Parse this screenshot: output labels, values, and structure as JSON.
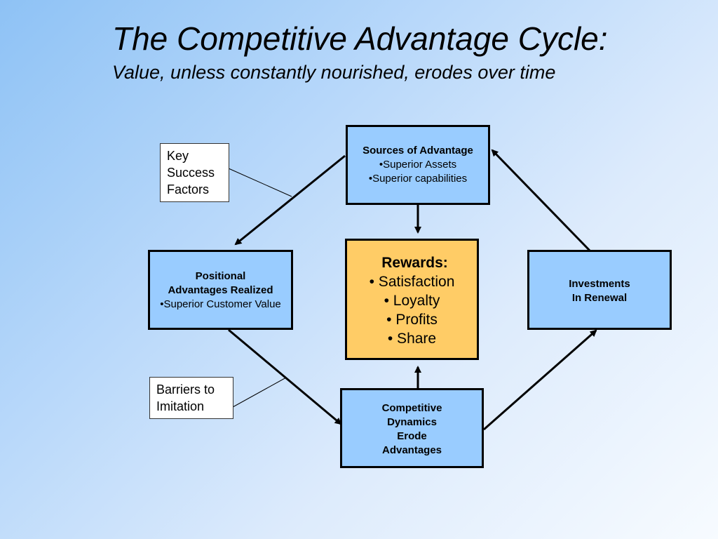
{
  "title": "The Competitive Advantage Cycle:",
  "subtitle": "Value, unless constantly nourished, erodes over time",
  "sources": {
    "heading": "Sources of Advantage",
    "items": [
      "•Superior Assets",
      "•Superior capabilities"
    ]
  },
  "positional": {
    "heading_line1": "Positional",
    "heading_line2": "Advantages Realized",
    "items": [
      "•Superior Customer Value"
    ]
  },
  "investments": {
    "line1": "Investments",
    "line2": "In Renewal"
  },
  "competitive": {
    "lines": [
      "Competitive",
      "Dynamics",
      "Erode",
      "Advantages"
    ]
  },
  "rewards": {
    "heading": "Rewards:",
    "items": [
      "• Satisfaction",
      "• Loyalty",
      "• Profits",
      "• Share"
    ]
  },
  "notes": {
    "key_success": [
      "Key",
      "Success",
      "Factors"
    ],
    "barriers": [
      "Barriers to",
      "Imitation"
    ]
  }
}
